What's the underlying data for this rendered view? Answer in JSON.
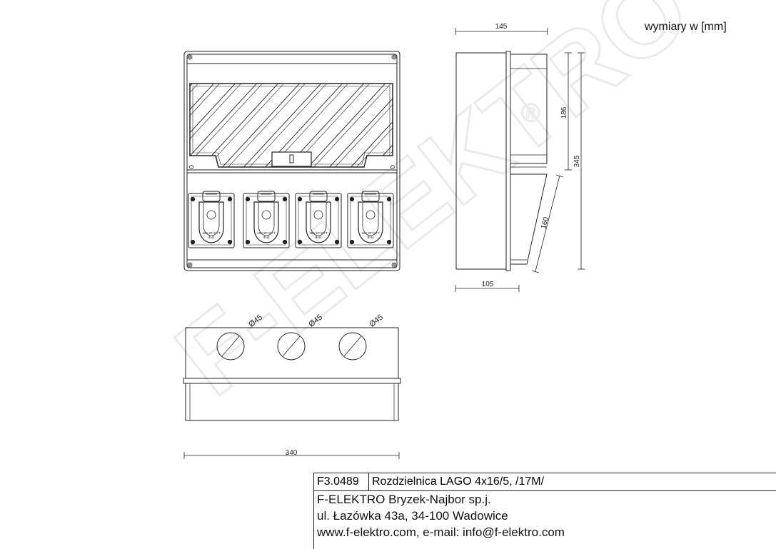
{
  "units_note": "wymiary w [mm]",
  "watermark": "F-ELEKTRO",
  "watermark_mark": "®",
  "dimensions": {
    "side_depth_top": "145",
    "side_depth_bottom": "105",
    "side_height_upper": "186",
    "side_height_total": "345",
    "side_slant": "160",
    "bottom_width": "340",
    "hole_1": "Ø45",
    "hole_2": "Ø45",
    "hole_3": "Ø45"
  },
  "socket_label_line1": "16A 3P+N+T",
  "socket_label_line2": "IP44",
  "title_block": {
    "code": "F3.0489",
    "product_name": "Rozdzielnica LAGO 4x16/5,  /17M/",
    "company": "F-ELEKTRO Bryzek-Najbor sp.j.",
    "address": "ul. Łazówka 43a,  34-100 Wadowice",
    "contact": "www.f-elektro.com, e-mail: info@f-elektro.com"
  }
}
